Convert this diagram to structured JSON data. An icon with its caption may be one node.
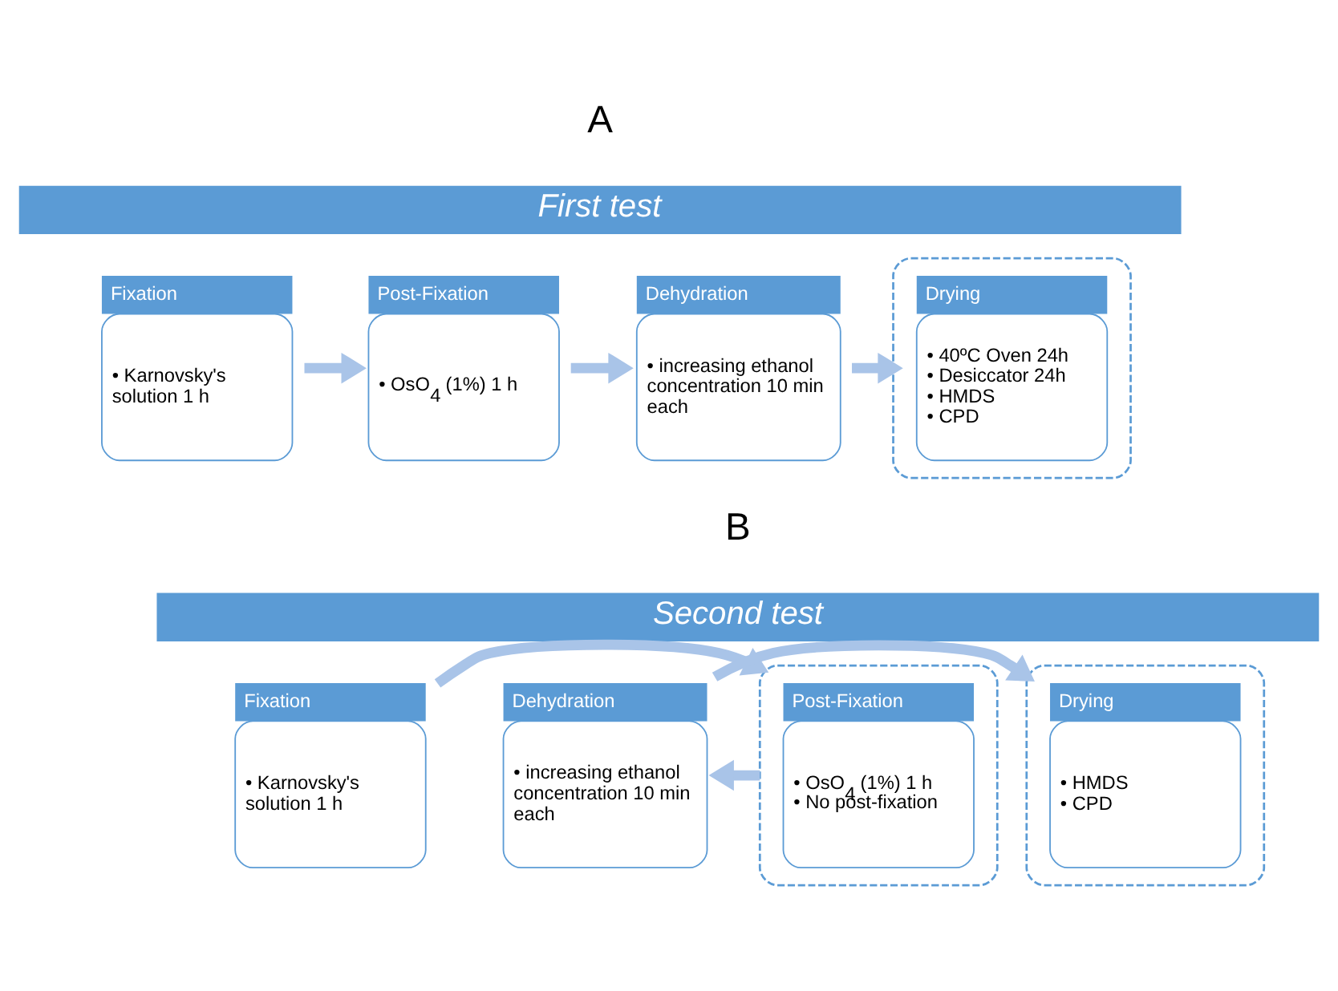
{
  "diagram": {
    "nodes": [
      {
        "text": [
          "First test"
        ]
      },
      {
        "text": [
          "Fixation",
          "• Karnovsky's solution 1 h"
        ]
      },
      {
        "text": [
          "Post-Fixation",
          "• OsO$_{4}$ (1%) 1 h"
        ]
      },
      {
        "text": [
          "Dehydration",
          "• increasing ethanol concentration 10 min each"
        ]
      },
      {
        "text": [],
        "shape": "box"
      },
      {
        "text": [
          "Drying",
          "• 40ºC Oven 24h",
          "• Desiccator 24h",
          "• HMDS",
          "• CPD"
        ],
        "in": 4
      },
      {
        "text": [
          "Second test"
        ]
      },
      {
        "text": [
          "Fixation",
          "• Karnovsky's solution 1 h"
        ]
      },
      {
        "text": [],
        "shape": "box"
      },
      {
        "text": [
          "Post-Fixation",
          "• OsO$_{4}$ (1%) 1 h",
          "• No post-fixation"
        ],
        "in": 8
      },
      {
        "text": [
          "Dehydration",
          "• increasing ethanol concentration 10 min each"
        ]
      },
      {
        "text": [],
        "shape": "box"
      },
      {
        "text": [
          "Drying",
          "• HMDS",
          "• CPD"
        ],
        "in": 11
      }
    ],
    "edges": [
      {
        "from": 1,
        "to": 2,
        "arrow": "to"
      },
      {
        "from": 2,
        "to": 3,
        "arrow": "to"
      },
      {
        "from": 3,
        "to": 5,
        "arrow": "to"
      },
      {
        "from": 7,
        "to": 9,
        "arrow": "to"
      },
      {
        "from": 9,
        "to": 10,
        "arrow": "to"
      },
      {
        "from": 10,
        "to": 12,
        "arrow": "to"
      }
    ],
    "labels": [
      "A",
      "B"
    ]
  }
}
